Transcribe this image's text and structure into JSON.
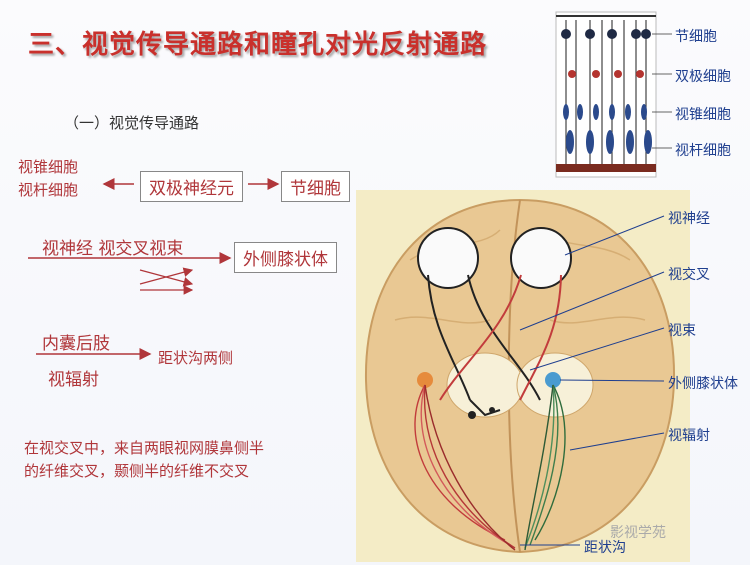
{
  "title": "三、视觉传导通路和瞳孔对光反射通路",
  "subtitle": "（一）视觉传导通路",
  "pathway": {
    "receptor_cone": "视锥细胞",
    "receptor_rod": "视杆细胞",
    "bipolar": "双极神经元",
    "ganglion": "节细胞",
    "optic_nerve_line": "视神经 视交叉视束",
    "lgn": "外侧膝状体",
    "internal_capsule": "内囊后肢",
    "optic_radiation": "视辐射",
    "calcarine": "距状沟两侧"
  },
  "note_line1": "在视交叉中，来自两眼视网膜鼻侧半",
  "note_line2": "的纤维交叉，颞侧半的纤维不交叉",
  "retina_labels": {
    "ganglion": "节细胞",
    "bipolar": "双极细胞",
    "cone": "视锥细胞",
    "rod": "视杆细胞"
  },
  "brain_labels": {
    "optic_nerve": "视神经",
    "chiasm": "视交叉",
    "tract": "视束",
    "lgn": "外侧膝状体",
    "radiation": "视辐射",
    "cortex": "距状沟"
  },
  "watermark": "影视学苑"
}
